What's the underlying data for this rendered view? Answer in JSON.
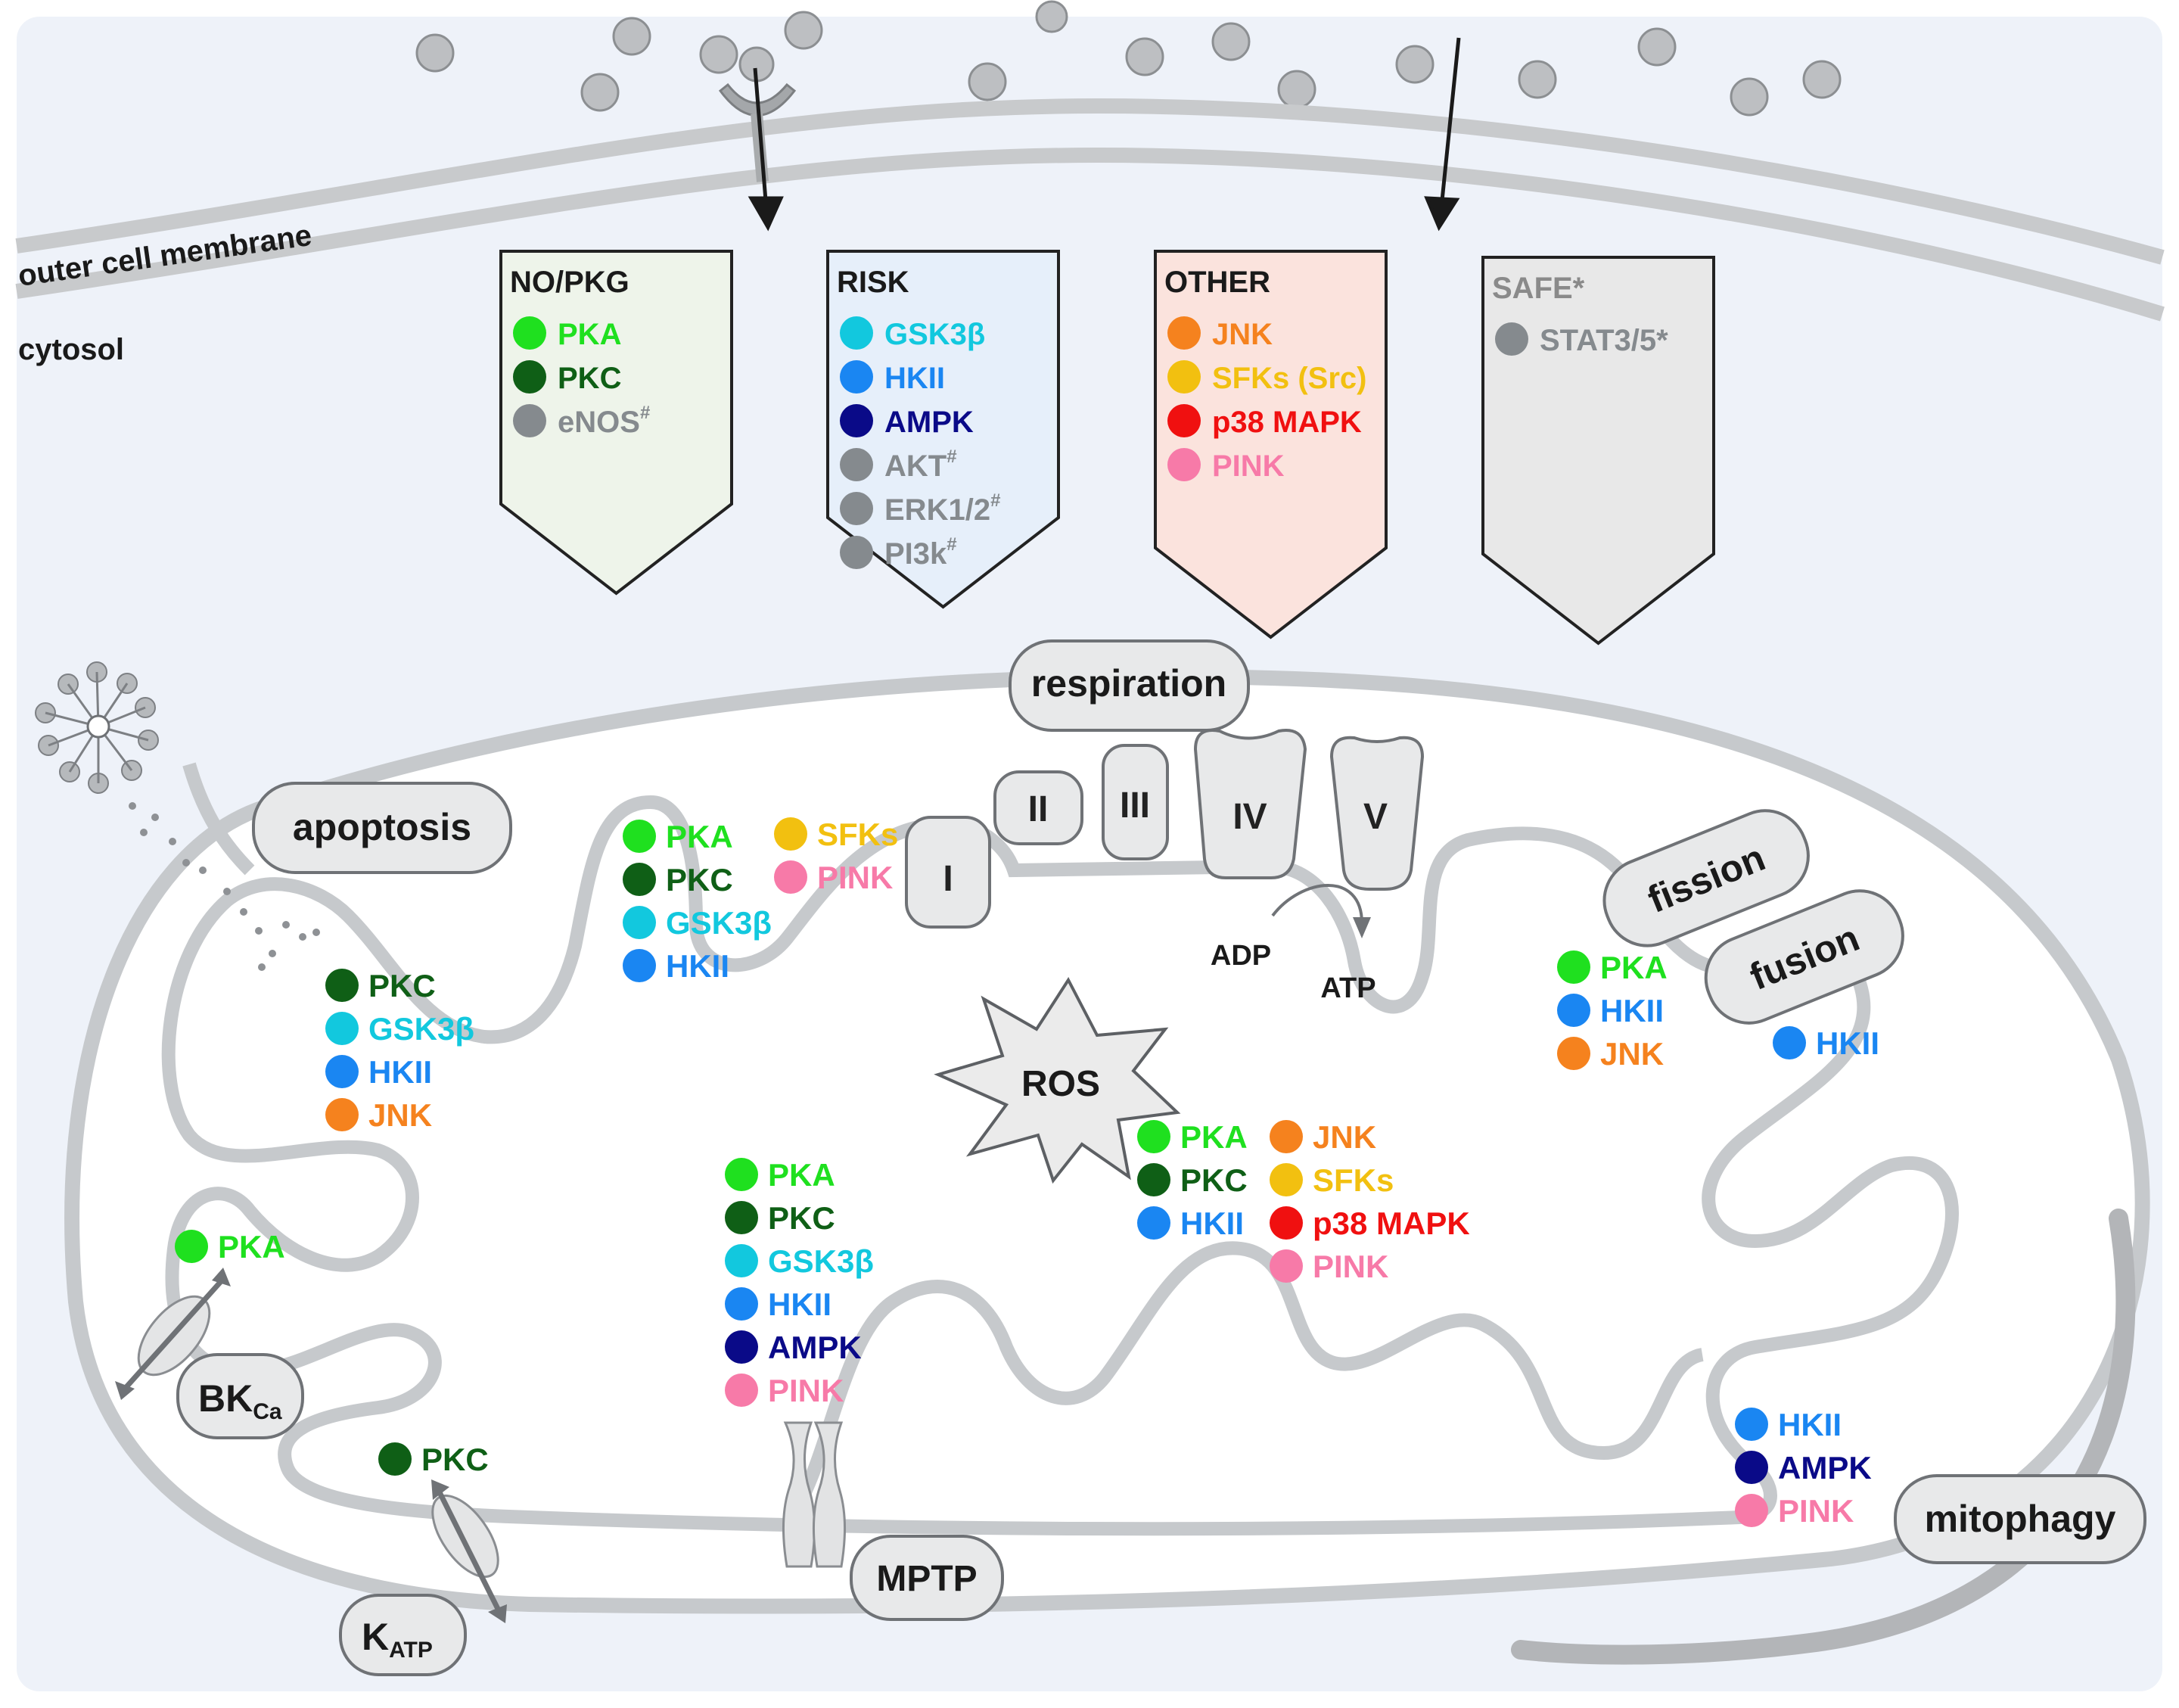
{
  "labels": {
    "outer_membrane": "outer cell membrane",
    "cytosol": "cytosol"
  },
  "colors": {
    "PKA": "#1fe01f",
    "PKC": "#0f5f16",
    "GSK3b": "#12c8de",
    "HKII": "#1a86f2",
    "AMPK": "#0a0a88",
    "JNK": "#f5821e",
    "SFKs": "#f2c010",
    "p38": "#f01010",
    "PINK": "#f77aa8",
    "grey": "#858a8e"
  },
  "pathways": [
    {
      "title": "NO/PKG",
      "fill": "#eef4ea",
      "title_color": "#1a1a1a",
      "items": [
        {
          "text": "PKA",
          "sup": "",
          "color": "#1fe01f"
        },
        {
          "text": "PKC",
          "sup": "",
          "color": "#0f5f16"
        },
        {
          "text": "eNOS",
          "sup": "#",
          "color": "#858a8e"
        }
      ]
    },
    {
      "title": "RISK",
      "fill": "#e6effa",
      "title_color": "#1a1a1a",
      "items": [
        {
          "text": "GSK3β",
          "sup": "",
          "color": "#12c8de"
        },
        {
          "text": "HKII",
          "sup": "",
          "color": "#1a86f2"
        },
        {
          "text": "AMPK",
          "sup": "",
          "color": "#0a0a88"
        },
        {
          "text": "AKT",
          "sup": "#",
          "color": "#858a8e"
        },
        {
          "text": "ERK1/2",
          "sup": "#",
          "color": "#858a8e"
        },
        {
          "text": "PI3k",
          "sup": "#",
          "color": "#858a8e"
        }
      ]
    },
    {
      "title": "OTHER",
      "fill": "#fbe3dd",
      "title_color": "#1a1a1a",
      "items": [
        {
          "text": "JNK",
          "sup": "",
          "color": "#f5821e"
        },
        {
          "text": "SFKs (Src)",
          "sup": "",
          "color": "#f2c010"
        },
        {
          "text": "p38 MAPK",
          "sup": "",
          "color": "#f01010"
        },
        {
          "text": "PINK",
          "sup": "",
          "color": "#f77aa8"
        }
      ]
    },
    {
      "title": "SAFE*",
      "fill": "#e8e8e8",
      "title_color": "#8a8a8a",
      "items": [
        {
          "text": "STAT3/5*",
          "sup": "",
          "color": "#858a8e"
        }
      ]
    }
  ],
  "process_labels": {
    "respiration": "respiration",
    "apoptosis": "apoptosis",
    "fission": "fission",
    "fusion": "fusion",
    "mitophagy": "mitophagy",
    "mptp": "MPTP",
    "ros": "ROS",
    "bkca_main": "BK",
    "bkca_sub": "Ca",
    "katp_main": "K",
    "katp_sub": "ATP",
    "adp": "ADP",
    "atp": "ATP"
  },
  "complexes": [
    "I",
    "II",
    "III",
    "IV",
    "V"
  ],
  "kinase_groups": [
    {
      "id": "etc-complex-I",
      "items": [
        {
          "text": "PKA",
          "color": "#1fe01f"
        },
        {
          "text": "PKC",
          "color": "#0f5f16"
        },
        {
          "text": "GSK3β",
          "color": "#12c8de"
        },
        {
          "text": "HKII",
          "color": "#1a86f2"
        }
      ]
    },
    {
      "id": "etc-complex-I-2",
      "items": [
        {
          "text": "SFKs",
          "color": "#f2c010"
        },
        {
          "text": "PINK",
          "color": "#f77aa8"
        }
      ]
    },
    {
      "id": "apoptosis",
      "items": [
        {
          "text": "PKC",
          "color": "#0f5f16"
        },
        {
          "text": "GSK3β",
          "color": "#12c8de"
        },
        {
          "text": "HKII",
          "color": "#1a86f2"
        },
        {
          "text": "JNK",
          "color": "#f5821e"
        }
      ]
    },
    {
      "id": "fission",
      "items": [
        {
          "text": "PKA",
          "color": "#1fe01f"
        },
        {
          "text": "HKII",
          "color": "#1a86f2"
        },
        {
          "text": "JNK",
          "color": "#f5821e"
        }
      ]
    },
    {
      "id": "fusion",
      "items": [
        {
          "text": "HKII",
          "color": "#1a86f2"
        }
      ]
    },
    {
      "id": "ros",
      "items": [
        {
          "text": "PKA",
          "color": "#1fe01f"
        },
        {
          "text": "PKC",
          "color": "#0f5f16"
        },
        {
          "text": "HKII",
          "color": "#1a86f2"
        }
      ]
    },
    {
      "id": "ros-2",
      "items": [
        {
          "text": "JNK",
          "color": "#f5821e"
        },
        {
          "text": "SFKs",
          "color": "#f2c010"
        },
        {
          "text": "p38 MAPK",
          "color": "#f01010"
        },
        {
          "text": "PINK",
          "color": "#f77aa8"
        }
      ]
    },
    {
      "id": "mptp",
      "items": [
        {
          "text": "PKA",
          "color": "#1fe01f"
        },
        {
          "text": "PKC",
          "color": "#0f5f16"
        },
        {
          "text": "GSK3β",
          "color": "#12c8de"
        },
        {
          "text": "HKII",
          "color": "#1a86f2"
        },
        {
          "text": "AMPK",
          "color": "#0a0a88"
        },
        {
          "text": "PINK",
          "color": "#f77aa8"
        }
      ]
    },
    {
      "id": "bkca",
      "items": [
        {
          "text": "PKA",
          "color": "#1fe01f"
        }
      ]
    },
    {
      "id": "katp",
      "items": [
        {
          "text": "PKC",
          "color": "#0f5f16"
        }
      ]
    },
    {
      "id": "mitophagy",
      "items": [
        {
          "text": "HKII",
          "color": "#1a86f2"
        },
        {
          "text": "AMPK",
          "color": "#0a0a88"
        },
        {
          "text": "PINK",
          "color": "#f77aa8"
        }
      ]
    }
  ]
}
